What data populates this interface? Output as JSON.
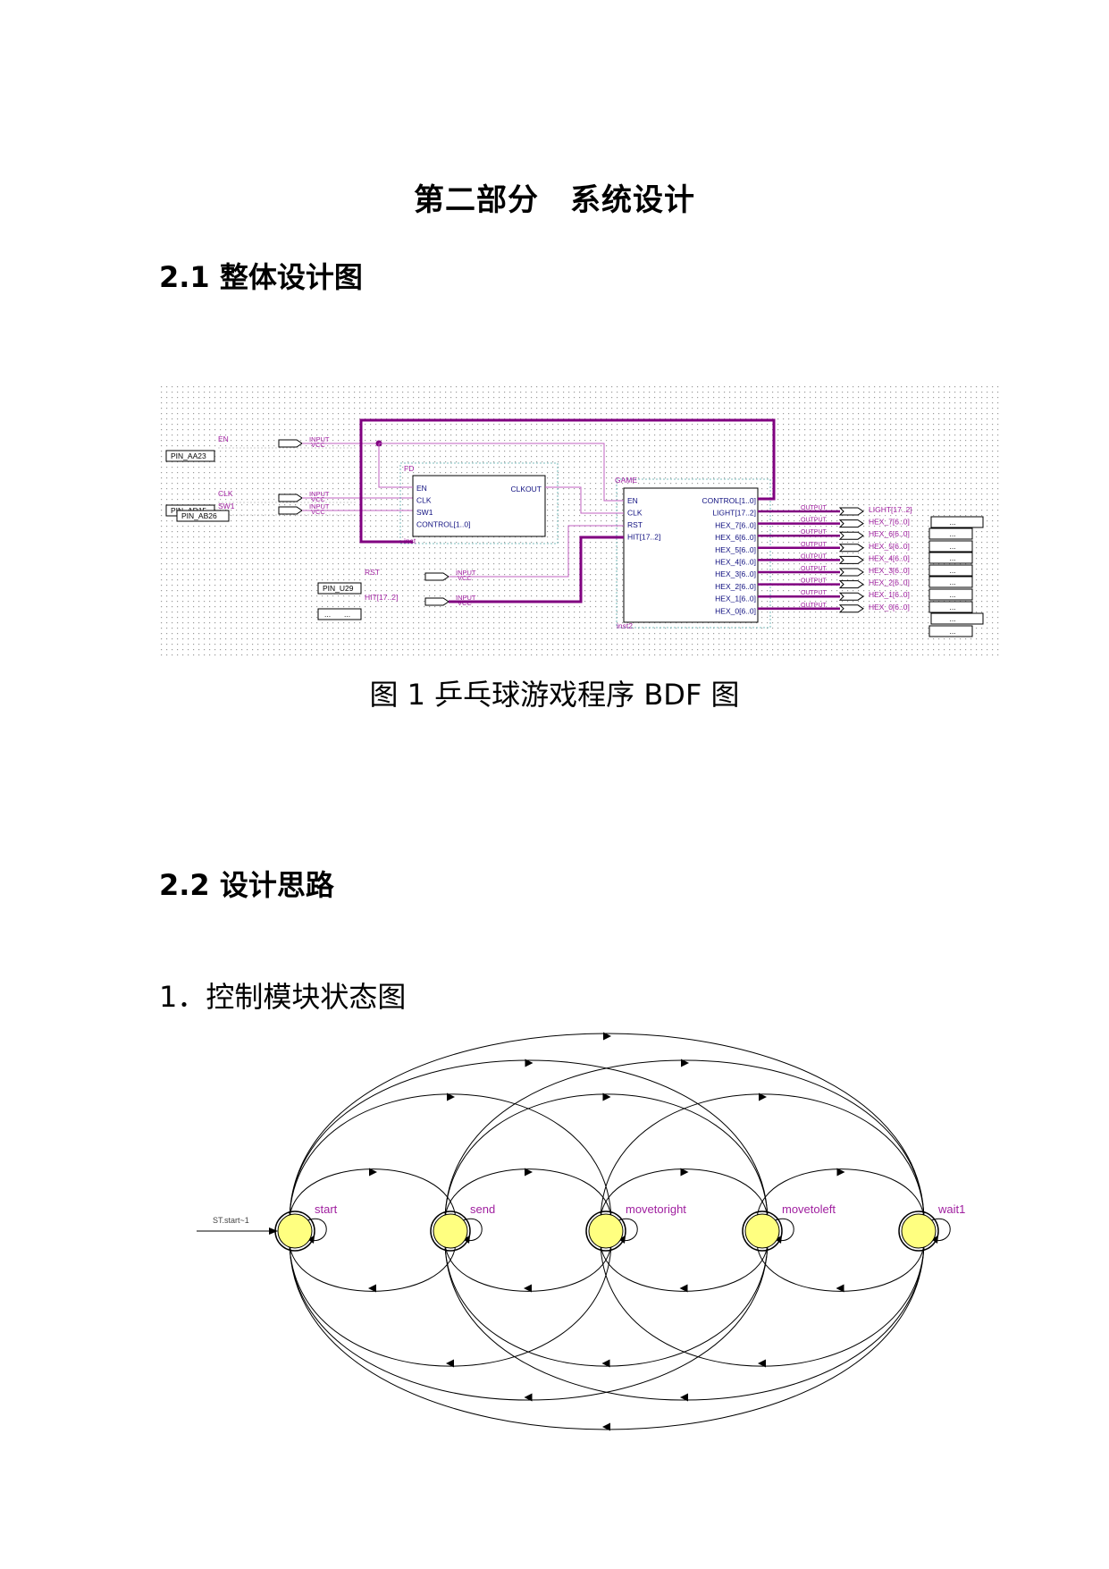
{
  "page": {
    "part_title": "第二部分　系统设计",
    "section1": "2.1 整体设计图",
    "figure1_caption": "图  1  乒乓球游戏程序 BDF 图",
    "section2": "2.2 设计思路",
    "subsection1": "1．控制模块状态图"
  },
  "bdf": {
    "left_inputs": [
      {
        "signal": "EN",
        "pin": "PIN_AA23",
        "type": "INPUT",
        "vcc": "VCC"
      },
      {
        "signal": "CLK",
        "pin": "PIN_AD15",
        "type": "INPUT",
        "vcc": "VCC"
      },
      {
        "signal": "SW1",
        "pin": "PIN_AB26",
        "type": "INPUT",
        "vcc": "VCC"
      }
    ],
    "bottom_inputs": [
      {
        "signal": "RST",
        "pin": "PIN_U29",
        "type": "INPUT",
        "vcc": "VCC"
      },
      {
        "signal": "HIT[17..2]",
        "pin": "...",
        "extra": "...",
        "type": "INPUT",
        "vcc": "VCC"
      }
    ],
    "fd_block": {
      "name": "FD",
      "inst": "inst",
      "ports_in": [
        "EN",
        "CLK",
        "SW1",
        "CONTROL[1..0]"
      ],
      "ports_out": [
        "CLKOUT"
      ]
    },
    "game_block": {
      "name": "GAME",
      "inst": "inst2",
      "ports_in": [
        "EN",
        "CLK",
        "RST",
        "HIT[17..2]"
      ],
      "ports_out": [
        "CONTROL[1..0]",
        "LIGHT[17..2]",
        "HEX_7[6..0]",
        "HEX_6[6..0]",
        "HEX_5[6..0]",
        "HEX_4[6..0]",
        "HEX_3[6..0]",
        "HEX_2[6..0]",
        "HEX_1[6..0]",
        "HEX_0[6..0]"
      ]
    },
    "output_type": "OUTPUT",
    "outputs": [
      "LIGHT[17..2]",
      "HEX_7[6..0]",
      "HEX_6[6..0]",
      "HEX_5[6..0]",
      "HEX_4[6..0]",
      "HEX_3[6..0]",
      "HEX_2[6..0]",
      "HEX_1[6..0]",
      "HEX_0[6..0]"
    ],
    "pin_placeholders": [
      "...",
      "...",
      "...",
      "...",
      "...",
      "...",
      "...",
      "...",
      "...",
      "..."
    ],
    "colors": {
      "bus": "#800080",
      "wire": "#c060c0",
      "label": "#a020a0",
      "block": "#000000"
    }
  },
  "fsm": {
    "states": [
      "start",
      "send",
      "movetoright",
      "movetoleft",
      "wait1"
    ],
    "initial_label": "ST.start~1",
    "state_fill": "#ffff80",
    "label_color": "#a020a0"
  }
}
